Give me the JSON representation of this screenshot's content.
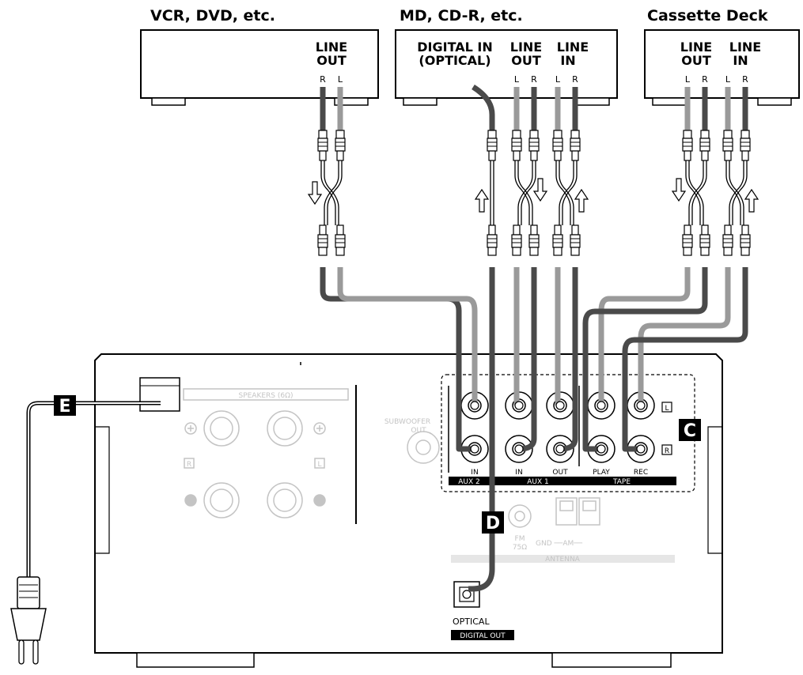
{
  "devices": {
    "vcr": {
      "title": "VCR, DVD, etc.",
      "line_out": [
        "LINE",
        "OUT"
      ],
      "pins": [
        "R",
        "L"
      ]
    },
    "md": {
      "title": "MD, CD-R, etc.",
      "digital_in": [
        "DIGITAL IN",
        "(OPTICAL)"
      ],
      "line_out": [
        "LINE",
        "OUT"
      ],
      "line_in": [
        "LINE",
        "IN"
      ],
      "pins_out": [
        "L",
        "R"
      ],
      "pins_in": [
        "L",
        "R"
      ]
    },
    "cassette": {
      "title": "Cassette Deck",
      "line_out": [
        "LINE",
        "OUT"
      ],
      "line_in": [
        "LINE",
        "IN"
      ],
      "pins_out": [
        "L",
        "R"
      ],
      "pins_in": [
        "L",
        "R"
      ]
    }
  },
  "rear_panel": {
    "speakers_label": "SPEAKERS (6Ω)",
    "subwoofer_label": [
      "SUBWOOFER",
      "OUT"
    ],
    "speaker_r": "R",
    "speaker_l": "L",
    "jack_labels": {
      "aux2_in": "IN",
      "aux1_in": "IN",
      "aux1_out": "OUT",
      "tape_play": "PLAY",
      "tape_rec": "REC"
    },
    "group_labels": {
      "aux2": "AUX 2",
      "aux1": "AUX 1",
      "tape": "TAPE"
    },
    "row_markers": {
      "top": "L",
      "bottom": "R"
    },
    "fm_label": [
      "FM",
      "75Ω"
    ],
    "am_label": "GND ──AM──",
    "antenna_label": "ANTENNA",
    "optical_label": "OPTICAL",
    "digital_out_label": "DIGITAL OUT"
  },
  "callouts": {
    "c": "C",
    "d": "D",
    "e": "E"
  },
  "colors": {
    "cable_dark": "#4a4a4a",
    "cable_light": "#9a9a9a",
    "outline": "#000000",
    "faint": "#c8c8c8"
  }
}
